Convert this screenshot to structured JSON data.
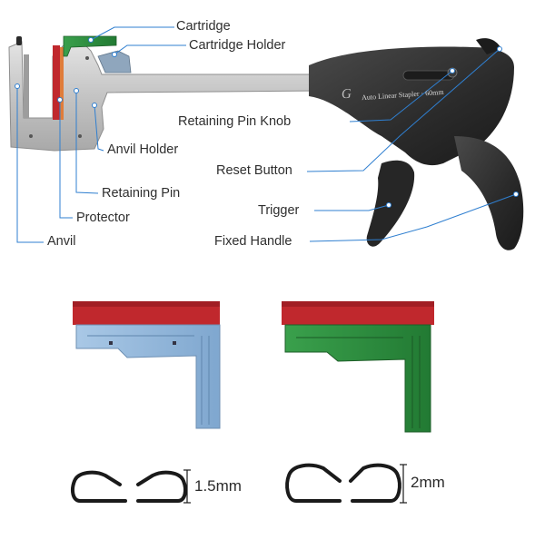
{
  "labels": {
    "cartridge": "Cartridge",
    "cartridge_holder": "Cartridge Holder",
    "retaining_pin_knob": "Retaining Pin Knob",
    "anvil_holder": "Anvil Holder",
    "reset_button": "Reset Button",
    "retaining_pin": "Retaining Pin",
    "trigger": "Trigger",
    "protector": "Protector",
    "fixed_handle": "Fixed Handle",
    "anvil": "Anvil"
  },
  "device_text": {
    "brand_mark": "G",
    "model": "Auto Linear Stapler · 60mm"
  },
  "staples": {
    "small_height": "1.5mm",
    "large_height": "2mm"
  },
  "colors": {
    "leader_line": "#2f7fd0",
    "cartridge_green": "#2e8b3e",
    "cartridge_blue": "#8cb3d9",
    "protector_red": "#c0282d",
    "handle_dark": "#2e2e2e",
    "metal": "#c9c9c9"
  }
}
